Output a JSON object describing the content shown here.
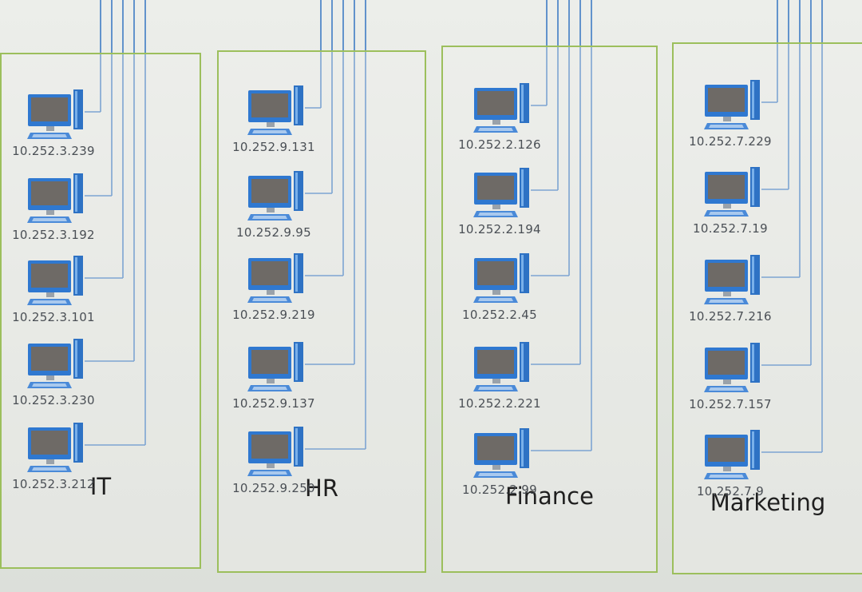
{
  "departments": [
    {
      "name": "IT",
      "hosts": [
        "10.252.3.239",
        "10.252.3.192",
        "10.252.3.101",
        "10.252.3.230",
        "10.252.3.212"
      ]
    },
    {
      "name": "HR",
      "hosts": [
        "10.252.9.131",
        "10.252.9.95",
        "10.252.9.219",
        "10.252.9.137",
        "10.252.9.250"
      ]
    },
    {
      "name": "Finance",
      "hosts": [
        "10.252.2.126",
        "10.252.2.194",
        "10.252.2.45",
        "10.252.2.221",
        "10.252.2.99"
      ]
    },
    {
      "name": "Marketing",
      "hosts": [
        "10.252.7.229",
        "10.252.7.19",
        "10.252.7.216",
        "10.252.7.157",
        "10.252.7.9"
      ]
    }
  ],
  "icons": {
    "host": "desktop-computer-icon"
  },
  "colors": {
    "department_border": "#9cbf5c",
    "network_cable": "#3f7cc4",
    "monitor_frame": "#2f78d0",
    "monitor_screen": "#6e6a66"
  }
}
